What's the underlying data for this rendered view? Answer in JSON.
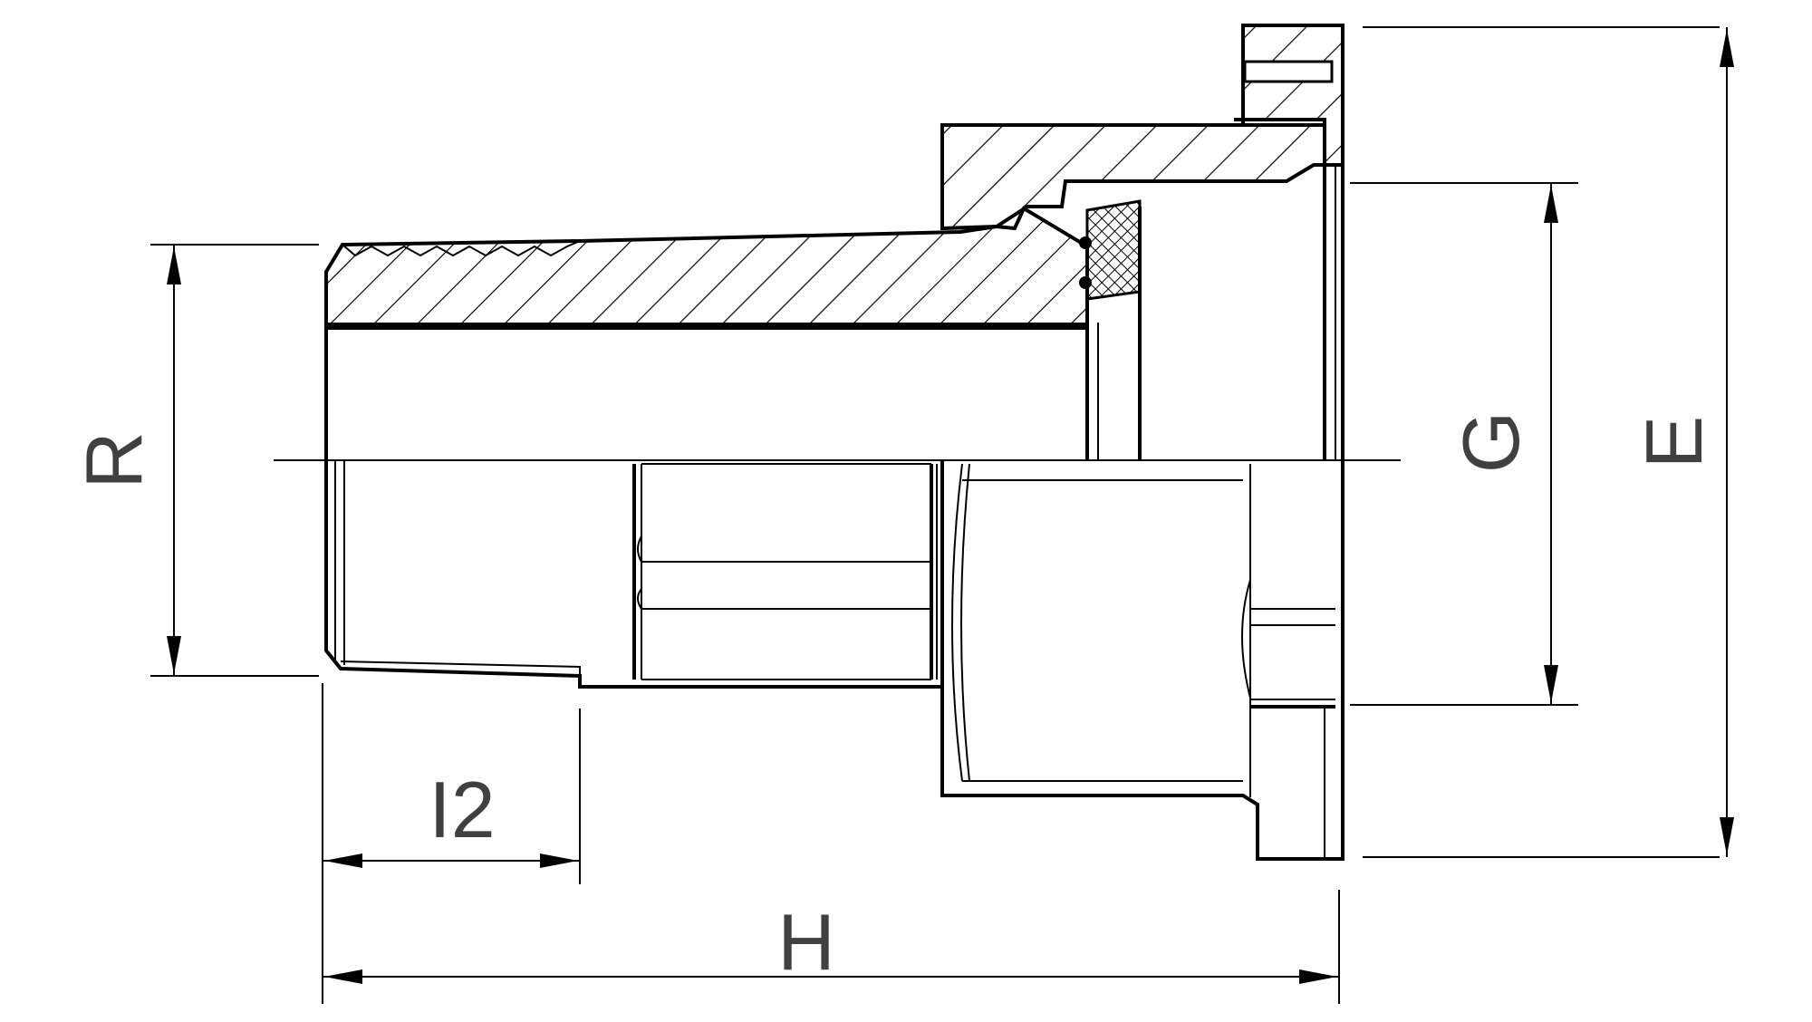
{
  "labels": {
    "R": "R",
    "G": "G",
    "E": "E",
    "I2": "I2",
    "H": "H"
  },
  "colors": {
    "line": "#000000",
    "label": "#404040",
    "background": "#ffffff"
  }
}
